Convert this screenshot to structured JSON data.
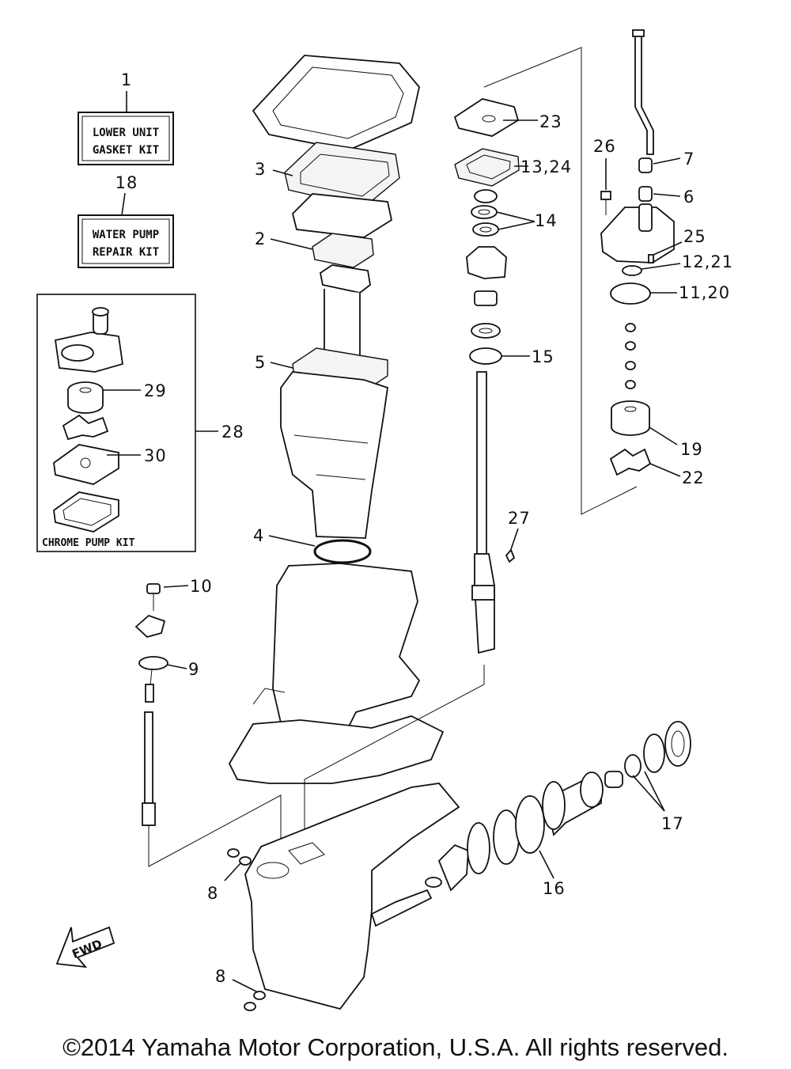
{
  "boxes": {
    "gasket_kit": {
      "line1": "LOWER UNIT",
      "line2": "GASKET KIT"
    },
    "water_pump_kit": {
      "line1": "WATER PUMP",
      "line2": "REPAIR KIT"
    },
    "chrome_pump_kit": {
      "label": "CHROME PUMP KIT"
    }
  },
  "fwd_arrow": {
    "label": "FWD"
  },
  "callouts": {
    "c1": "1",
    "c18": "18",
    "c3": "3",
    "c2": "2",
    "c5": "5",
    "c4": "4",
    "c29": "29",
    "c28": "28",
    "c30": "30",
    "c10": "10",
    "c9": "9",
    "c8a": "8",
    "c8b": "8",
    "c23": "23",
    "c13_24": "13,24",
    "c14": "14",
    "c15": "15",
    "c27": "27",
    "c26": "26",
    "c7": "7",
    "c6": "6",
    "c25": "25",
    "c12_21": "12,21",
    "c11_20": "11,20",
    "c19": "19",
    "c22": "22",
    "c17": "17",
    "c16": "16"
  },
  "footer": {
    "copyright": "©2014 Yamaha Motor Corporation, U.S.A. All rights reserved."
  }
}
